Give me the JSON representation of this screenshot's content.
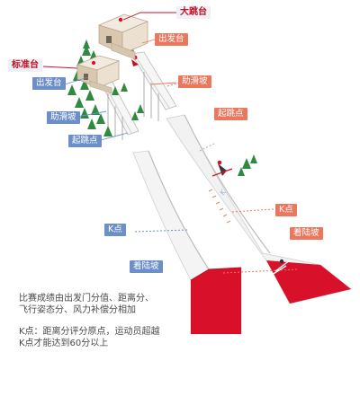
{
  "labels": {
    "big_hill": "大跳台",
    "big_start": "出发台",
    "big_inrun": "助滑坡",
    "big_takeoff": "起跳点",
    "big_kpoint": "K点",
    "big_landing": "着陆坡",
    "normal_hill": "标准台",
    "normal_start": "出发台",
    "normal_inrun": "助滑坡",
    "normal_takeoff": "起跳点",
    "normal_kpoint": "K点",
    "normal_landing": "着陆坡"
  },
  "notes": {
    "scoring_line1": "比赛成绩由出发门分值、距离分、",
    "scoring_line2": "飞行姿态分、风力补偿分相加",
    "kpoint_line1": "K点：距离分评分原点，运动员超越",
    "kpoint_line2": "K点才能达到60分以上"
  },
  "colors": {
    "red_accent": "#d8102a",
    "coral_tag": "#e9785f",
    "blue_tag": "#6d8fc8",
    "tower": "#e7dccb",
    "tree": "#2f8a3d",
    "slope": "#f3f3f3"
  }
}
